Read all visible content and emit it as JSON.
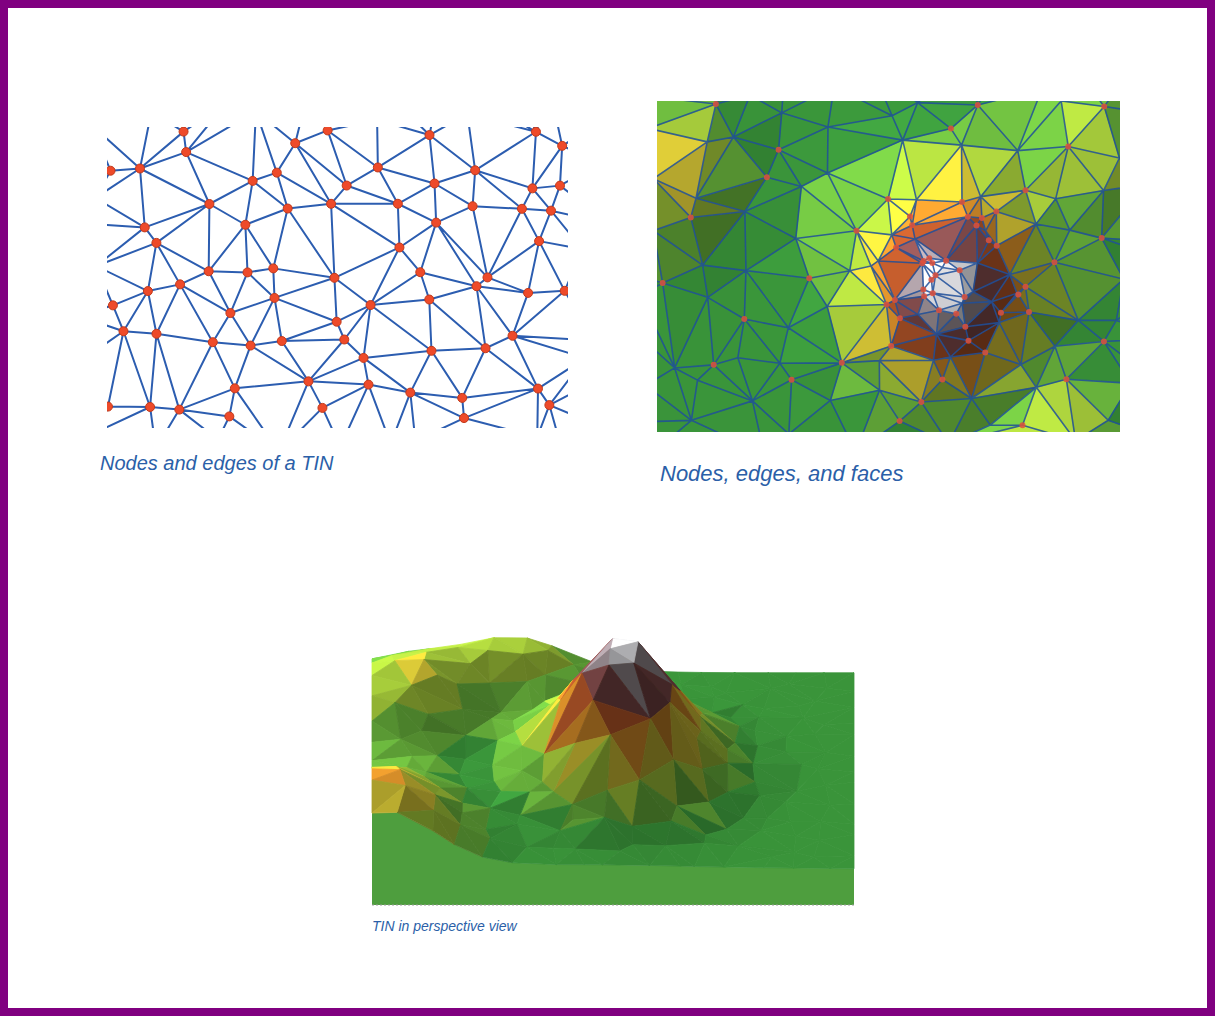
{
  "diagram": {
    "labels": [
      "Nodes and edges of a TIN",
      "Nodes, edges, and faces",
      "TIN in perspective view"
    ]
  }
}
